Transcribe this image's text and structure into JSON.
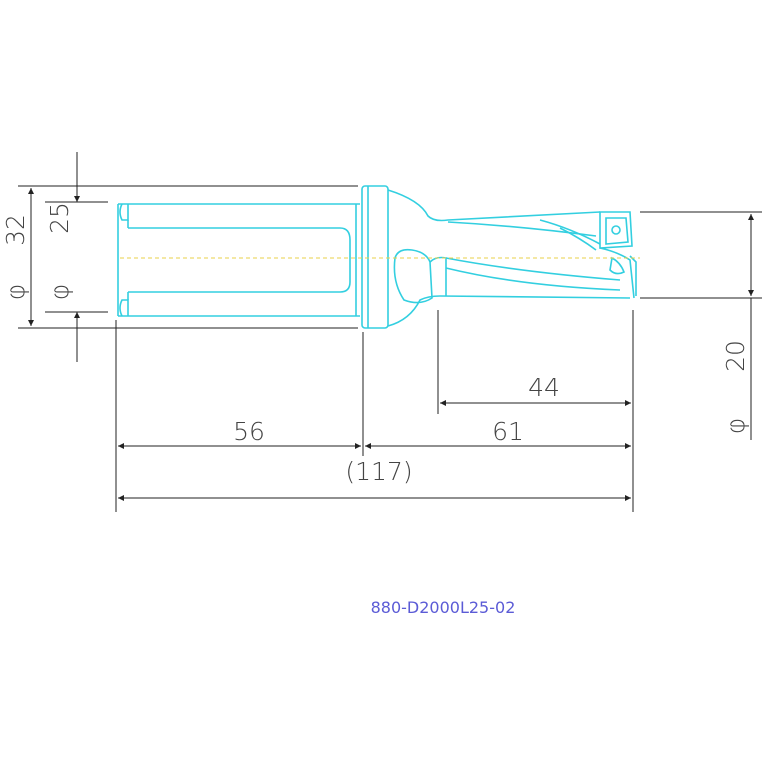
{
  "dimensions": {
    "outer_diameter": {
      "symbol": "φ",
      "value": "32"
    },
    "shank_diameter": {
      "symbol": "φ",
      "value": "25"
    },
    "drill_diameter": {
      "symbol": "φ",
      "value": "20"
    },
    "shank_length": "56",
    "body_length": "61",
    "flute_length": "44",
    "overall_length": "(117)"
  },
  "part_number": "880-D2000L25-02",
  "colors": {
    "part_outline": "#33cfe0",
    "dimension_lines": "#222222",
    "dimension_text": "#444444",
    "center_line": "#e8d14a",
    "part_number_text": "#5b5bd6"
  }
}
